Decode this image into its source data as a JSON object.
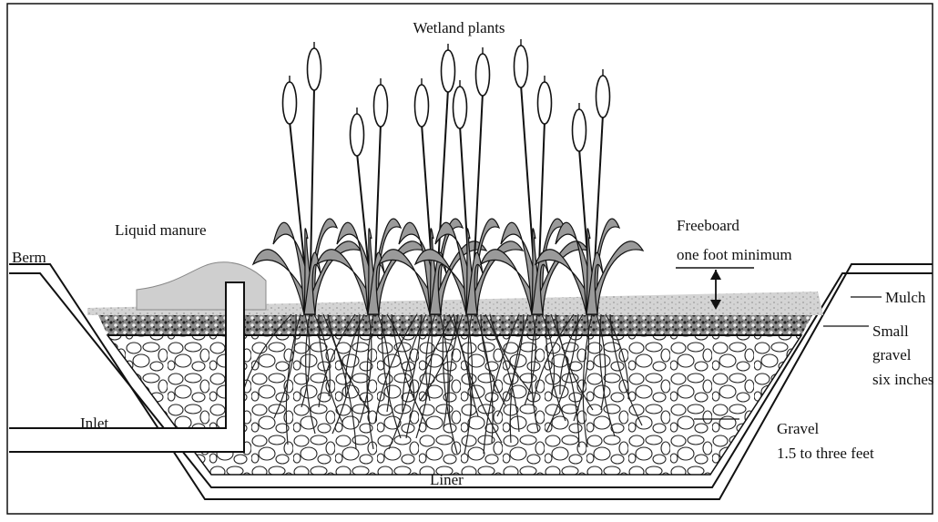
{
  "diagram": {
    "title": "Wetland plants",
    "labels": {
      "liquid_manure": "Liquid manure",
      "berm": "Berm",
      "inlet": "Inlet",
      "freeboard_line1": "Freeboard",
      "freeboard_line2": "one foot minimum",
      "mulch": "Mulch",
      "small_gravel_line1": "Small",
      "small_gravel_line2": "gravel",
      "small_gravel_line3": "six inches",
      "gravel_line1": "Gravel",
      "gravel_line2": "1.5 to three feet",
      "liner": "Liner"
    },
    "colors": {
      "ink": "#111111",
      "mulch": "#c9c9c9",
      "small_gravel": "#6e6e6e",
      "leaf_fill": "#9a9a9a",
      "background": "#ffffff"
    },
    "plant_count": 6
  }
}
